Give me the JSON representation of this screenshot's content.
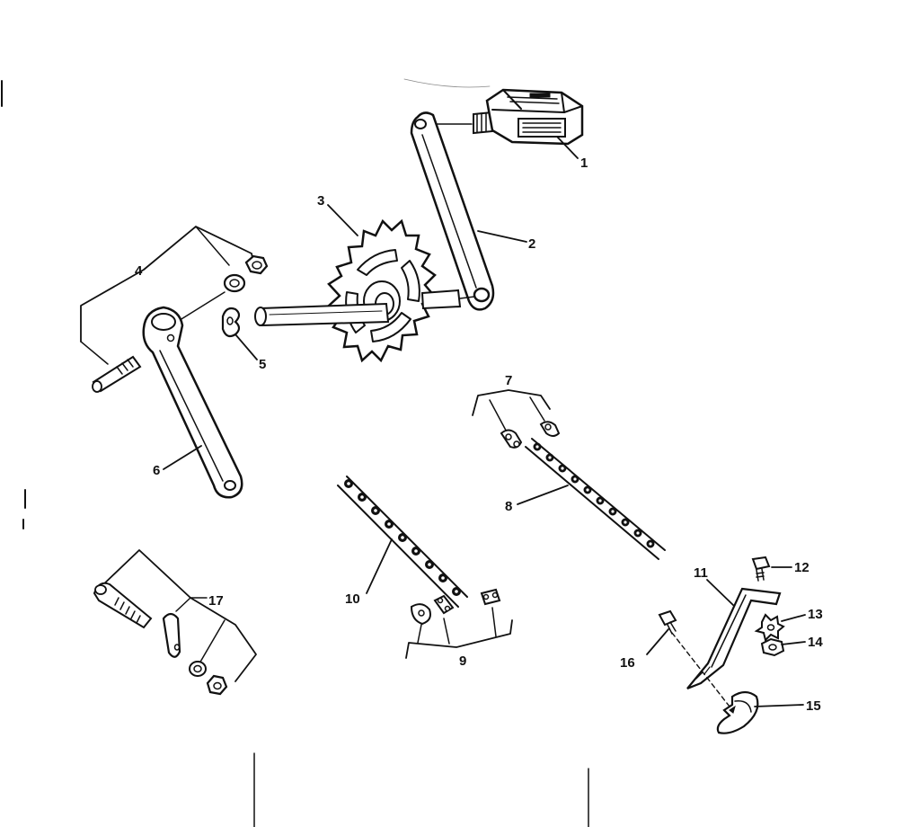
{
  "diagram": {
    "colors": {
      "ink": "#111111",
      "paper": "#ffffff"
    },
    "callouts": [
      {
        "id": "1",
        "part": "pedal"
      },
      {
        "id": "2",
        "part": "right-crank-arm"
      },
      {
        "id": "3",
        "part": "sprocket"
      },
      {
        "id": "4",
        "part": "cotter-pin-kit"
      },
      {
        "id": "5",
        "part": "crank-key-washer"
      },
      {
        "id": "6",
        "part": "left-crank-arm"
      },
      {
        "id": "7",
        "part": "master-link-set"
      },
      {
        "id": "8",
        "part": "roller-chain"
      },
      {
        "id": "9",
        "part": "master-link-set"
      },
      {
        "id": "10",
        "part": "roller-chain"
      },
      {
        "id": "11",
        "part": "chain-guard-bracket"
      },
      {
        "id": "12",
        "part": "bolt"
      },
      {
        "id": "13",
        "part": "lock-washer"
      },
      {
        "id": "14",
        "part": "hex-nut"
      },
      {
        "id": "15",
        "part": "chain-guard"
      },
      {
        "id": "16",
        "part": "bolt"
      },
      {
        "id": "17",
        "part": "cotter-pin-kit"
      }
    ]
  }
}
